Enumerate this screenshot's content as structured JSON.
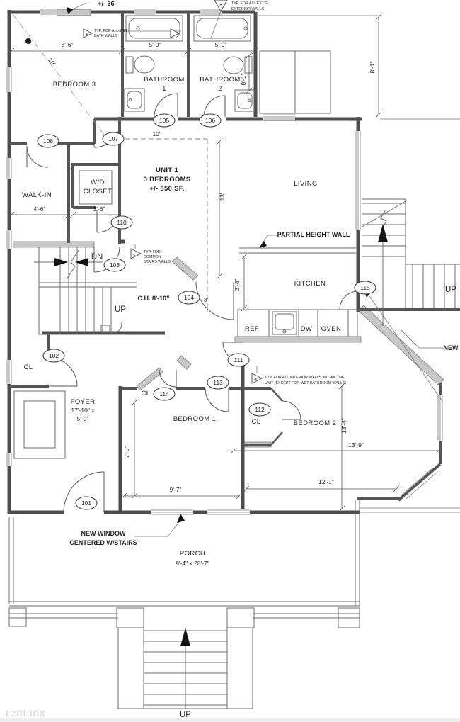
{
  "watermark": "rentlinx",
  "unit": {
    "l1": "UNIT 1",
    "l2": "3 BEDROOMS",
    "l3": "+/- 850 SF."
  },
  "rooms": {
    "bedroom3": "BEDROOM 3",
    "bathroom": "BATHROOM",
    "bath1_no": "1",
    "bath2_no": "2",
    "walk_in": "WALK-IN",
    "wd": "W/D",
    "closet": "CLOSET",
    "living": "LIVING",
    "kitchen": "KITCHEN",
    "bedroom1": "BEDROOM 1",
    "bedroom2": "BEDROOM 2",
    "foyer": "FOYER",
    "porch": "PORCH",
    "cl": "CL"
  },
  "dims": {
    "wall_tl": "+/- 36",
    "bed3_w": "8'-6\"",
    "bed3_diag": "10'",
    "bath1_w": "5'-0\"",
    "bath2_w": "5'-0\"",
    "bath2_h": "8'-1\"",
    "rear": "8'-1\"",
    "unit_w": "10'",
    "unit_h": "13'",
    "walkin": "4'-6\"",
    "wd": "3'-6\"",
    "ch": "C.H. 8'-10\"",
    "hall": "3'",
    "kitchen": "3'-8\"",
    "foyer_1": "17'-10\" x",
    "foyer_2": "5'-0\"",
    "bed1_h": "7'-0\"",
    "bed1_w": "9'-7\"",
    "bed2_h": "13'-4\"",
    "bed2_w1": "13'-9\"",
    "bed2_w2": "12'-1\"",
    "porch": "9'-4\" x 28'-7\""
  },
  "tags": {
    "t101": "101",
    "t102": "102",
    "t103": "103",
    "t104": "104",
    "t105": "105",
    "t106": "106",
    "t107": "107",
    "t108": "108",
    "t110": "110",
    "t111": "111",
    "t112": "112",
    "t113": "113",
    "t114": "114",
    "t115": "115"
  },
  "appliances": {
    "ref": "REF",
    "dw": "DW",
    "oven": "OVEN"
  },
  "stairs": {
    "up": "UP",
    "dn": "DN"
  },
  "notes": {
    "wet_tag": "D",
    "wet_1": "TYP. FOR ALL WET",
    "wet_2": "BATH WALLS",
    "ext_tag": "A",
    "ext_1": "TYP. FOR ALL EXT'G",
    "ext_2": "EXTERIOR WALLS",
    "common_tag": "C",
    "common_1": "TYP. FOR",
    "common_2": "COMMON",
    "common_3": "STAIRS WALLS",
    "int_tag": "B",
    "int_1": "TYP. FOR ALL INTERIOR WALLS WITHIN THE",
    "int_2": "UNIT (EXCEPT FOR WET BATHROOM WALLS)",
    "partial": "PARTIAL HEIGHT WALL",
    "new_win_1": "NEW WINDOW",
    "new_win_2": "CENTERED W/STAIRS",
    "new": "NEW"
  },
  "colors": {
    "wall": "#4d4d4d",
    "new_wall": "#c7c7c7",
    "watermark": "#d4d4d4"
  }
}
